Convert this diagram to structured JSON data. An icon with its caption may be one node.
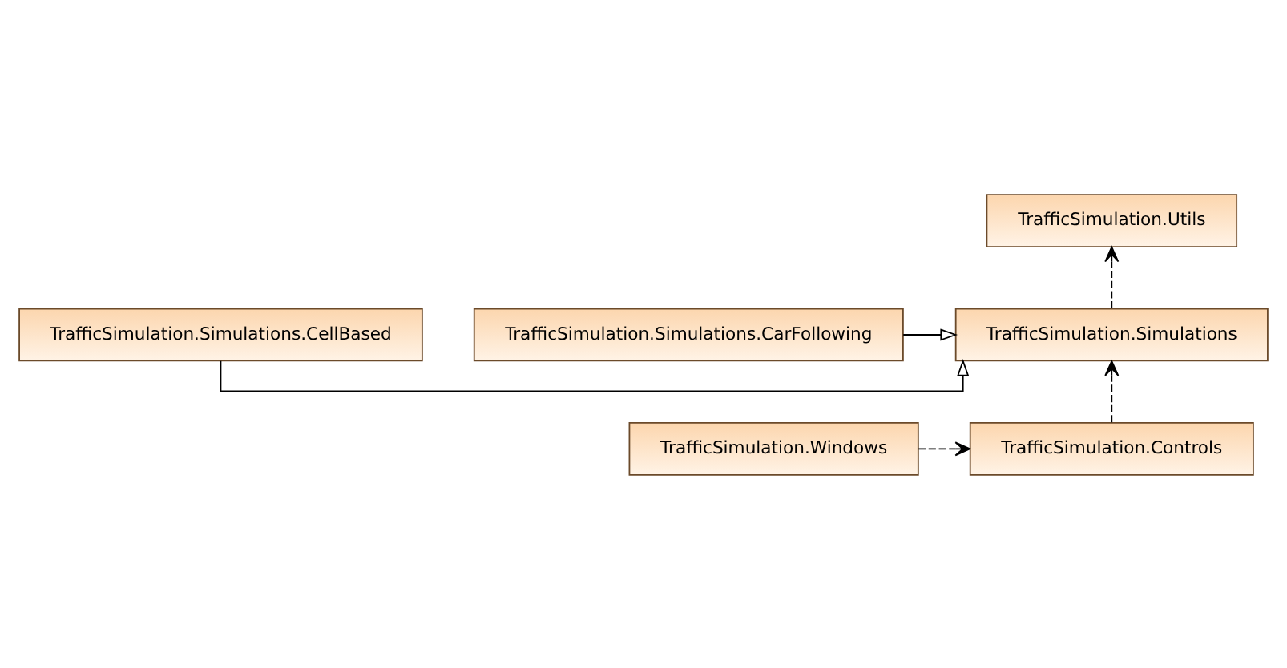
{
  "diagram": {
    "nodes": [
      {
        "text": [
          "TrafficSimulation.Utils"
        ]
      },
      {
        "text": [
          "TrafficSimulation.Simulations"
        ]
      },
      {
        "text": [
          "TrafficSimulation.Simulations.CellBased"
        ]
      },
      {
        "text": [
          "TrafficSimulation.Simulations.CarFollowing"
        ]
      },
      {
        "text": [
          "TrafficSimulation.Controls"
        ]
      },
      {
        "text": [
          "TrafficSimulation.Windows"
        ]
      }
    ],
    "edges": [
      {
        "from": 1,
        "to": 0,
        "arrow": "to",
        "style": "dashed"
      },
      {
        "from": 2,
        "to": 1,
        "arrow": "to"
      },
      {
        "from": 3,
        "to": 1,
        "arrow": "to"
      },
      {
        "from": 4,
        "to": 1,
        "arrow": "to",
        "style": "dashed"
      },
      {
        "from": 5,
        "to": 4,
        "arrow": "to",
        "style": "dashed"
      }
    ]
  }
}
